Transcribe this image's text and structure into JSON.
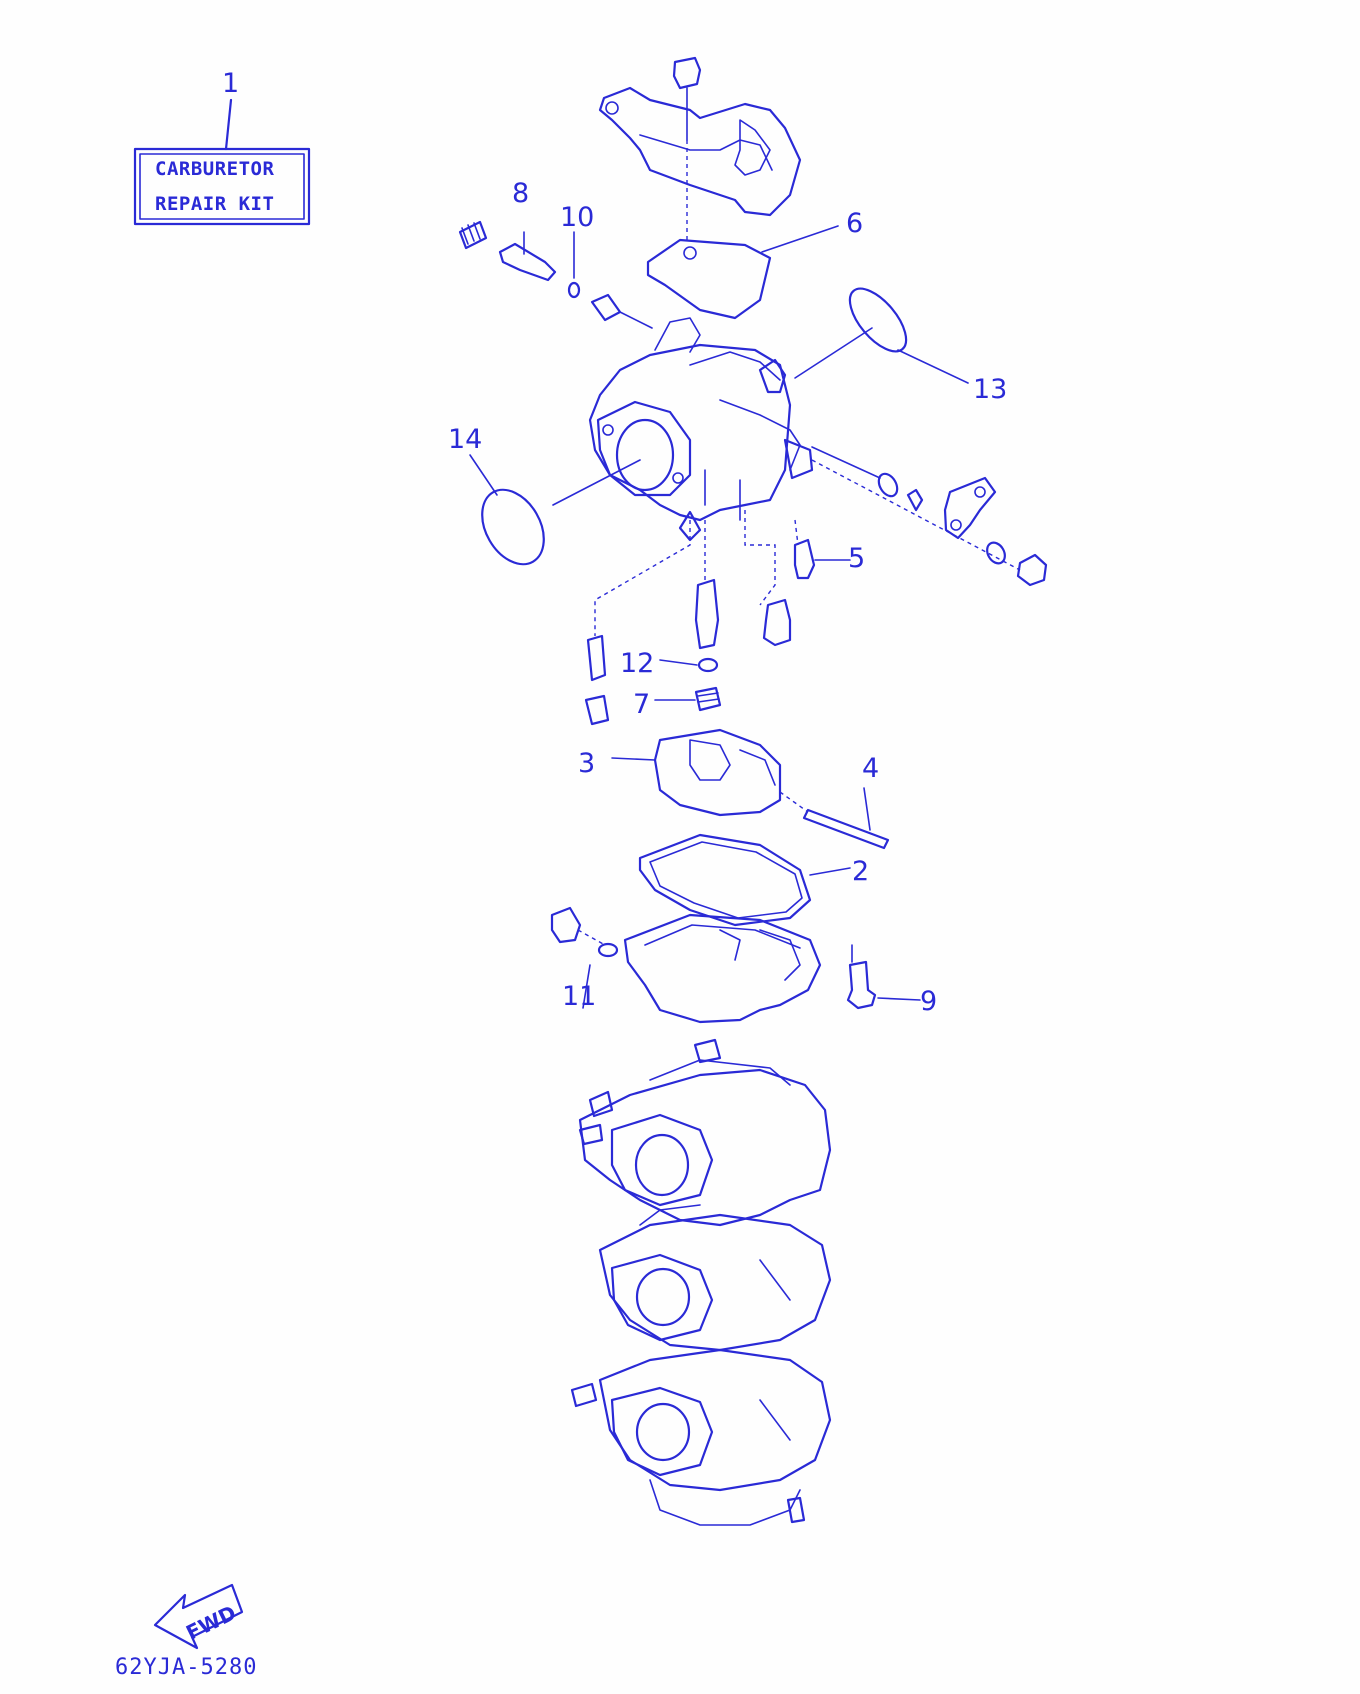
{
  "kit_label": {
    "line1": "CARBURETOR",
    "line2": "REPAIR KIT"
  },
  "callouts": [
    "1",
    "2",
    "3",
    "4",
    "5",
    "6",
    "7",
    "8",
    "9",
    "10",
    "11",
    "12",
    "13",
    "14"
  ],
  "direction_label": "FWD",
  "diagram_code": "62YJA-5280",
  "colors": {
    "ink": "#2a2ad6",
    "background": "#fefefe"
  }
}
